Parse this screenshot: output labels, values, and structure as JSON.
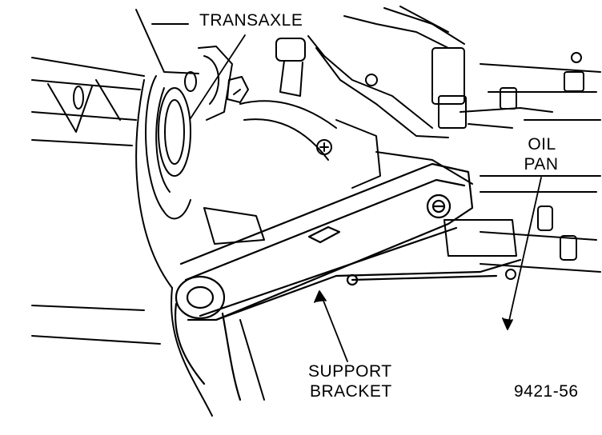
{
  "labels": {
    "transaxle": "TRANSAXLE",
    "oil": "OIL",
    "pan": "PAN",
    "support": "SUPPORT",
    "bracket": "BRACKET"
  },
  "figure_number": "9421-56",
  "colors": {
    "ink": "#000000",
    "paper": "#ffffff"
  }
}
